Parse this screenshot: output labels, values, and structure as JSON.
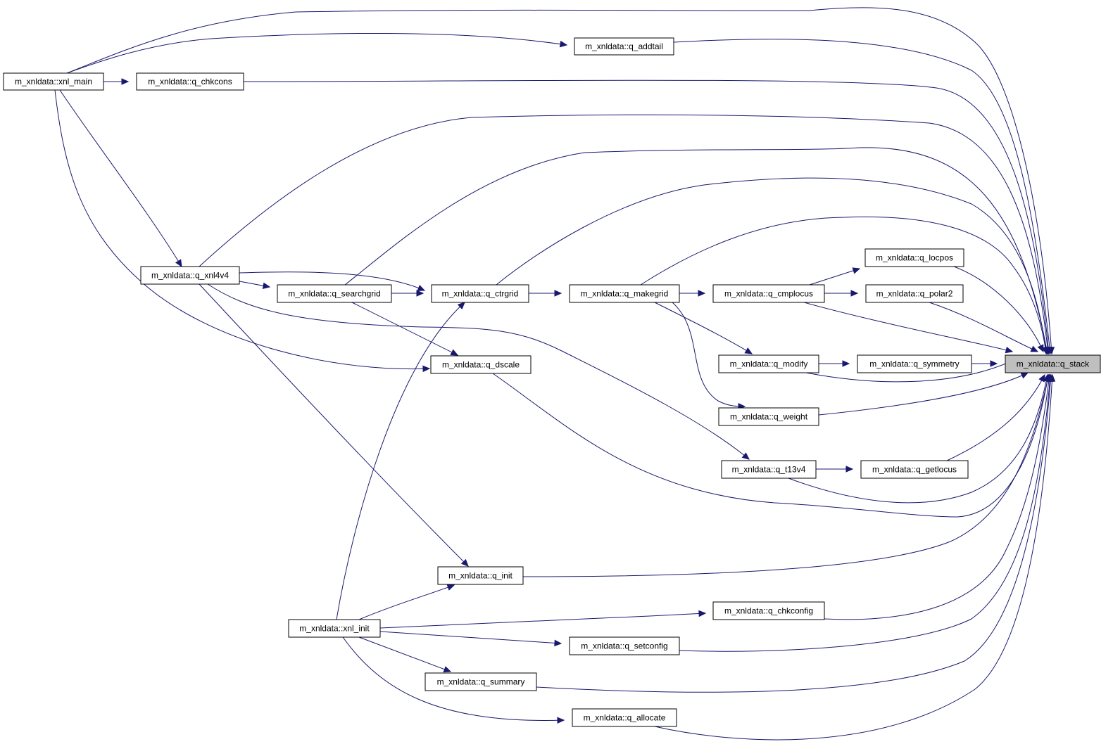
{
  "colors": {
    "edge": "#191970",
    "node_border": "#000000",
    "root_fill": "#bfbfbf",
    "node_fill": "#ffffff"
  },
  "nodes": {
    "q_stack": "m_xnldata::q_stack",
    "xnl_main": "m_xnldata::xnl_main",
    "q_addtail": "m_xnldata::q_addtail",
    "q_chkcons": "m_xnldata::q_chkcons",
    "q_xnl4v4": "m_xnldata::q_xnl4v4",
    "q_searchgrid": "m_xnldata::q_searchgrid",
    "q_ctrgrid": "m_xnldata::q_ctrgrid",
    "q_makegrid": "m_xnldata::q_makegrid",
    "q_cmplocus": "m_xnldata::q_cmplocus",
    "q_locpos": "m_xnldata::q_locpos",
    "q_polar2": "m_xnldata::q_polar2",
    "q_dscale": "m_xnldata::q_dscale",
    "q_modify": "m_xnldata::q_modify",
    "q_symmetry": "m_xnldata::q_symmetry",
    "q_weight": "m_xnldata::q_weight",
    "q_t13v4": "m_xnldata::q_t13v4",
    "q_getlocus": "m_xnldata::q_getlocus",
    "q_init": "m_xnldata::q_init",
    "xnl_init": "m_xnldata::xnl_init",
    "q_chkconfig": "m_xnldata::q_chkconfig",
    "q_setconfig": "m_xnldata::q_setconfig",
    "q_summary": "m_xnldata::q_summary",
    "q_allocate": "m_xnldata::q_allocate"
  }
}
